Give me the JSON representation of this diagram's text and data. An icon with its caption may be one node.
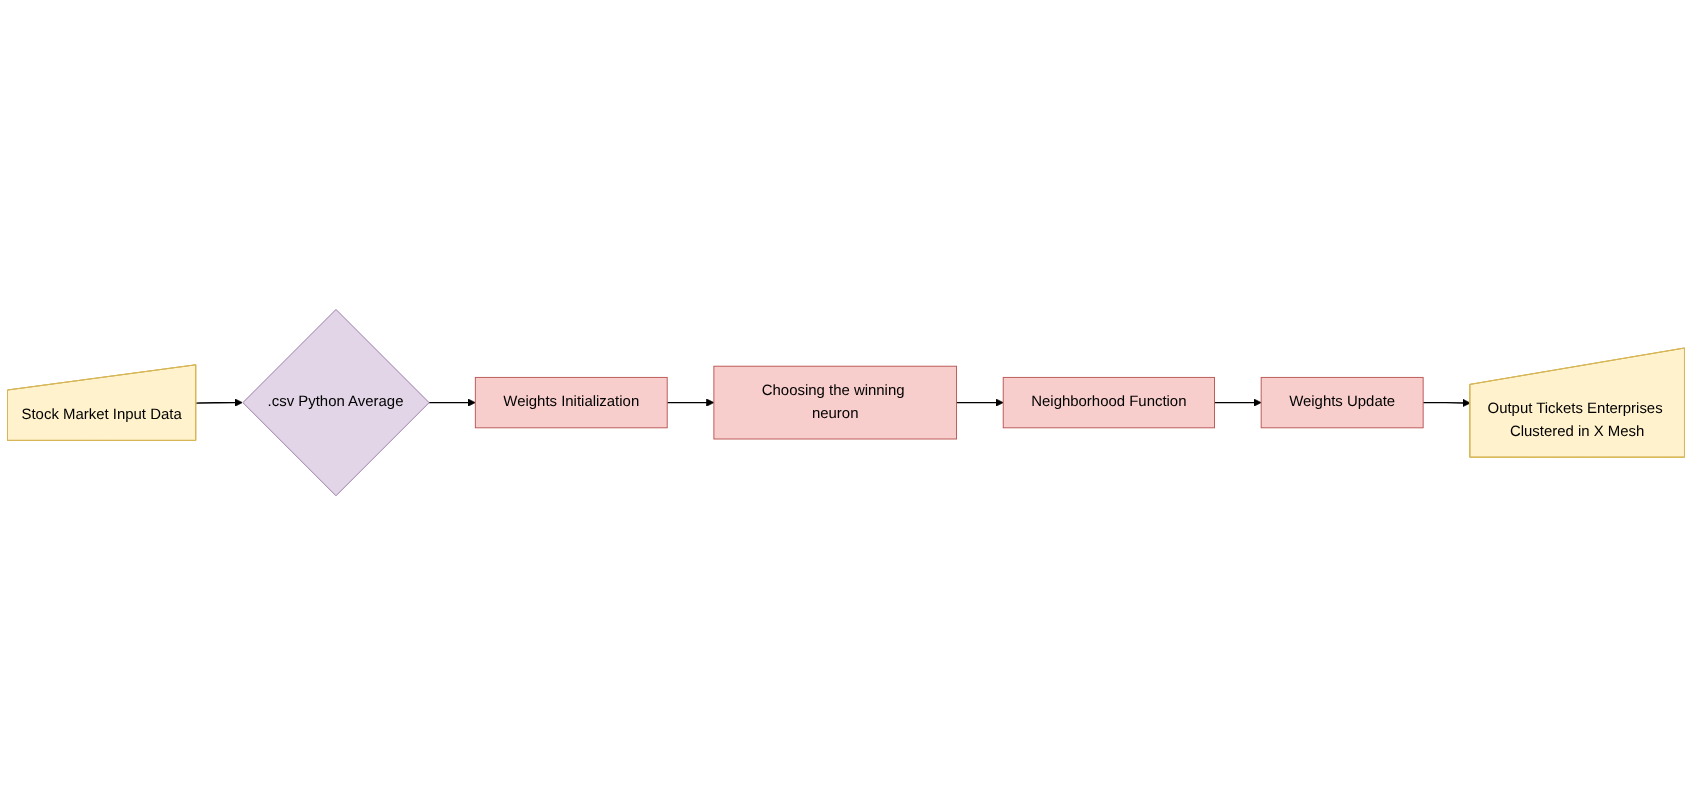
{
  "diagram": {
    "nodes": [
      {
        "text": [
          "Stock Market Input Data"
        ]
      },
      {
        "text": [
          ".csv Python Average"
        ]
      },
      {
        "text": [
          "Weights Initialization"
        ]
      },
      {
        "text": [
          "Choosing the winning neuron"
        ]
      },
      {
        "text": [
          "Neighborhood Function"
        ]
      },
      {
        "text": [
          "Weights Update"
        ]
      },
      {
        "text": [
          "Output Tickets Enterprises Clustered in X Mesh"
        ]
      }
    ],
    "edges": [
      {
        "from": 0,
        "to": 1,
        "arrow": "to"
      },
      {
        "from": 1,
        "to": 2,
        "arrow": "to"
      },
      {
        "from": 2,
        "to": 3,
        "arrow": "to"
      },
      {
        "from": 3,
        "to": 4,
        "arrow": "to"
      },
      {
        "from": 4,
        "to": 5,
        "arrow": "to"
      },
      {
        "from": 5,
        "to": 6,
        "arrow": "to"
      }
    ]
  }
}
